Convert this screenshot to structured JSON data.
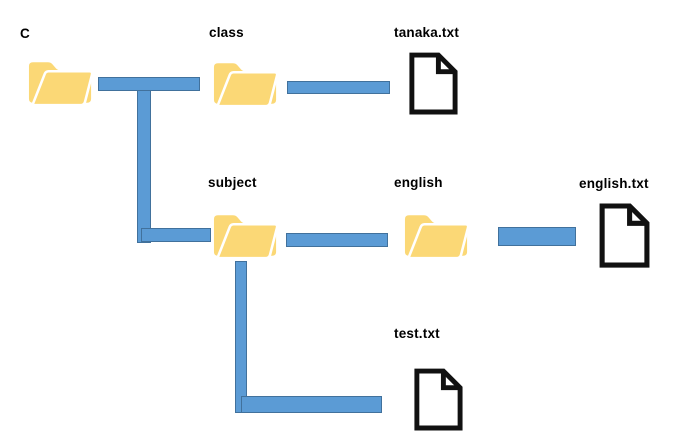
{
  "diagram": {
    "type": "file-system-tree",
    "nodes": {
      "root": {
        "label": "C",
        "kind": "folder"
      },
      "class": {
        "label": "class",
        "kind": "folder"
      },
      "tanaka": {
        "label": "tanaka.txt",
        "kind": "file"
      },
      "subject": {
        "label": "subject",
        "kind": "folder"
      },
      "english": {
        "label": "english",
        "kind": "folder"
      },
      "english_txt": {
        "label": "english.txt",
        "kind": "file"
      },
      "test_txt": {
        "label": "test.txt",
        "kind": "file"
      }
    },
    "edges": [
      {
        "from": "C",
        "to": "class"
      },
      {
        "from": "C",
        "to": "subject"
      },
      {
        "from": "class",
        "to": "tanaka.txt"
      },
      {
        "from": "subject",
        "to": "english"
      },
      {
        "from": "subject",
        "to": "test.txt"
      },
      {
        "from": "english",
        "to": "english.txt"
      }
    ],
    "colors": {
      "background": "#ffffff",
      "folder_fill": "#FBD876",
      "connector_fill": "#5B9BD5",
      "connector_border": "#41719C",
      "file_outline": "#111111",
      "label_color": "#000000"
    }
  }
}
